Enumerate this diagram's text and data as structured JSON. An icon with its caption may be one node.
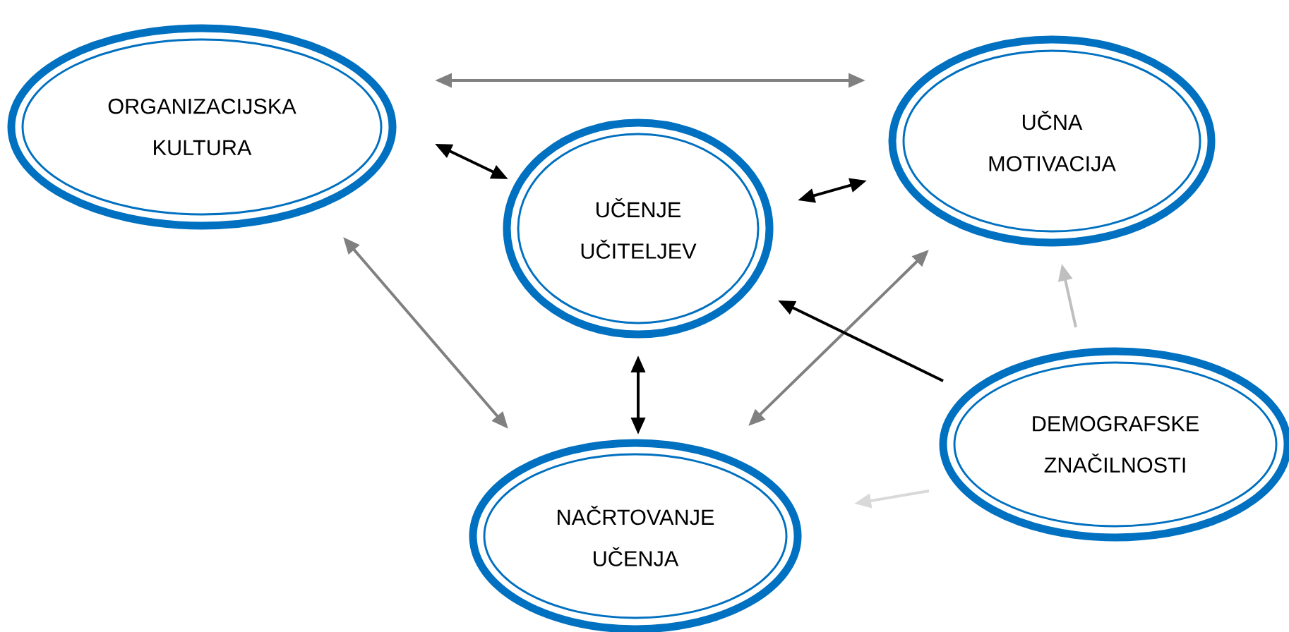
{
  "diagram": {
    "nodes": [
      {
        "text": [
          "ORGANIZACIJSKA KULTURA"
        ]
      },
      {
        "text": [
          "UČENJE UČITELJEV"
        ]
      },
      {
        "text": [
          "UČNA MOTIVACIJA"
        ]
      },
      {
        "text": [
          "NAČRTOVANJE UČENJA"
        ]
      },
      {
        "text": [
          "DEMOGRAFSKE ZNAČILNOSTI"
        ]
      }
    ],
    "edges": [
      {
        "from": 0,
        "to": 2,
        "arrow": "both",
        "color": "#808080"
      },
      {
        "from": 0,
        "to": 1,
        "arrow": "both"
      },
      {
        "from": 1,
        "to": 2,
        "arrow": "both"
      },
      {
        "from": 0,
        "to": 3,
        "arrow": "both",
        "color": "#808080"
      },
      {
        "from": 1,
        "to": 3,
        "arrow": "both"
      },
      {
        "from": 2,
        "to": 3,
        "arrow": "both",
        "color": "#808080"
      },
      {
        "from": 4,
        "to": 1,
        "arrow": "to"
      },
      {
        "from": 4,
        "to": 2,
        "arrow": "to",
        "color": "#bfbfbf"
      },
      {
        "from": 4,
        "to": 3,
        "arrow": "to",
        "color": "#d9d9d9"
      }
    ]
  }
}
